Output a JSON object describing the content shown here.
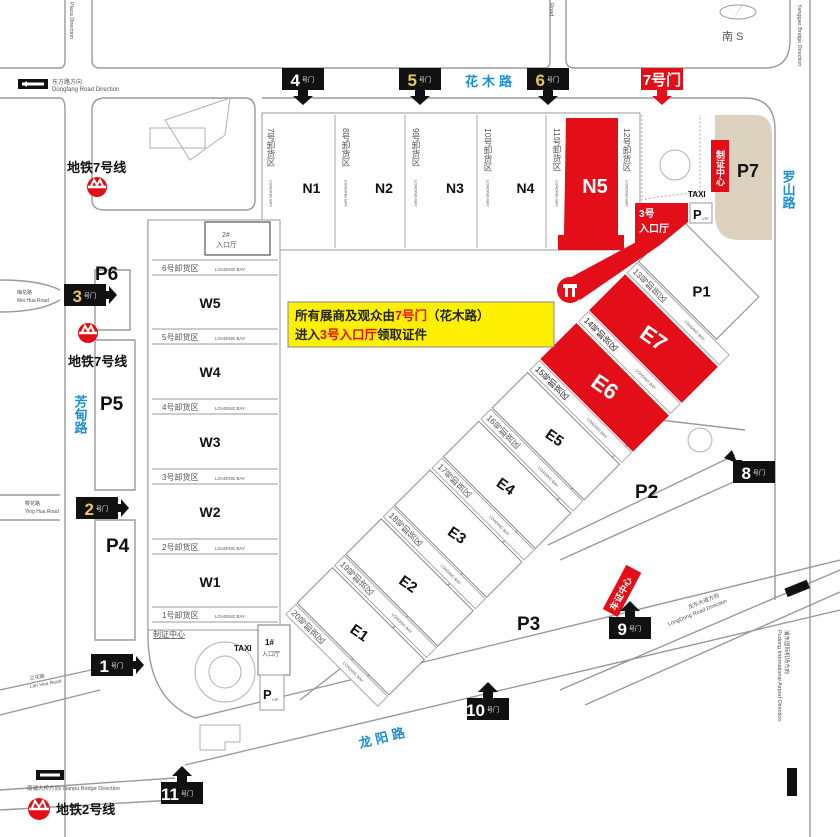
{
  "compass": {
    "label": "南 S"
  },
  "roads": {
    "huamu": "花木路",
    "luoshan": "罗山路",
    "fangdian": "芳甸路",
    "longyang": "龙阳路",
    "dongfang_cn": "东方路方向",
    "dongfang_en": "Dongfang Road Direction",
    "meihua_cn": "梅花路",
    "meihua_en": "Mei Hua Road",
    "yinghua_cn": "樱花路",
    "yinghua_en": "Ying Hua Road",
    "lanhua_cn": "兰花路",
    "lanhua_en": "Lan Hua Road",
    "nanpu": "南浦大桥方向/ Nanpu Bridge Direction",
    "longdong_cn": "龙东大道方向",
    "longdong_en": "LongDong Road Direction",
    "airport_cn": "浦东国际机场方向",
    "airport_en": "Pudong International Airport Direction",
    "plaza_en": "Plaza Direction",
    "yanggao_en": "Yanggao Bridge Direction",
    "top_road_en": "Road"
  },
  "metro": {
    "line7_top": "地铁7号线",
    "line7_left": "地铁7号线",
    "line2": "地铁2号线"
  },
  "notice": {
    "part1": "所有展商及观众由",
    "gate": "7号门",
    "part2": "（花木路）",
    "part3": "进入",
    "hall": "3号入口厅",
    "part4": "领取证件"
  },
  "gates": [
    {
      "num": "4",
      "suffix": "号门"
    },
    {
      "num": "5",
      "suffix": "号门"
    },
    {
      "num": "6",
      "suffix": "号门"
    },
    {
      "num": "7",
      "suffix": "号门"
    },
    {
      "num": "3",
      "suffix": "号门"
    },
    {
      "num": "2",
      "suffix": "号门"
    },
    {
      "num": "1",
      "suffix": "号门"
    },
    {
      "num": "11",
      "suffix": "号门"
    },
    {
      "num": "10",
      "suffix": "号门"
    },
    {
      "num": "9",
      "suffix": "号门"
    },
    {
      "num": "8",
      "suffix": "号门"
    }
  ],
  "north_halls": [
    {
      "name": "N1",
      "bay": "7号卸货区"
    },
    {
      "name": "N2",
      "bay": "8号卸货区"
    },
    {
      "name": "N3",
      "bay": "9号卸货区"
    },
    {
      "name": "N4",
      "bay": "10号卸货区"
    },
    {
      "name": "N5",
      "bay": "11号卸货区",
      "highlight": true
    }
  ],
  "north_last_bay": "12号卸货区",
  "west_halls": [
    {
      "name": "W5",
      "bay": "6号卸货区"
    },
    {
      "name": "W4",
      "bay": "5号卸货区"
    },
    {
      "name": "W3",
      "bay": "4号卸货区"
    },
    {
      "name": "W2",
      "bay": "3号卸货区"
    },
    {
      "name": "W1",
      "bay": "2号卸货区"
    }
  ],
  "west_last_bay": "1号卸货区",
  "east_halls": [
    {
      "name": "E1",
      "bay": "20号卸货区"
    },
    {
      "name": "E2",
      "bay": "19号卸货区"
    },
    {
      "name": "E3",
      "bay": "18号卸货区"
    },
    {
      "name": "E4",
      "bay": "17号卸货区"
    },
    {
      "name": "E5",
      "bay": "16号卸货区"
    },
    {
      "name": "E6",
      "bay": "15号卸货区",
      "highlight": true
    },
    {
      "name": "E7",
      "bay": "14号卸货区",
      "highlight": true
    },
    {
      "name": "P1",
      "bay": "13号卸货区",
      "parking": true
    }
  ],
  "loading_bay_en": "LOADING BAY",
  "parking": {
    "p2": "P2",
    "p3": "P3",
    "p4": "P4",
    "p5": "P5",
    "p6": "P6",
    "p7": "P7",
    "vip": "P",
    "vip_sub": "VIP"
  },
  "entrances": {
    "e1": "1#",
    "e1_sub": "入口厅",
    "e2": "2#",
    "e2_sub": "入口厅",
    "e3": "3号",
    "e3_sub": "入口厅"
  },
  "taxi": "TAXI",
  "cert_center": "制证中心",
  "car_cert_center": "车证中心",
  "colors": {
    "red": "#e30e18",
    "yellow": "#ffef00",
    "beige": "#dcd0bf",
    "blue": "#1a8fd6",
    "gold": "#e8c45a"
  }
}
